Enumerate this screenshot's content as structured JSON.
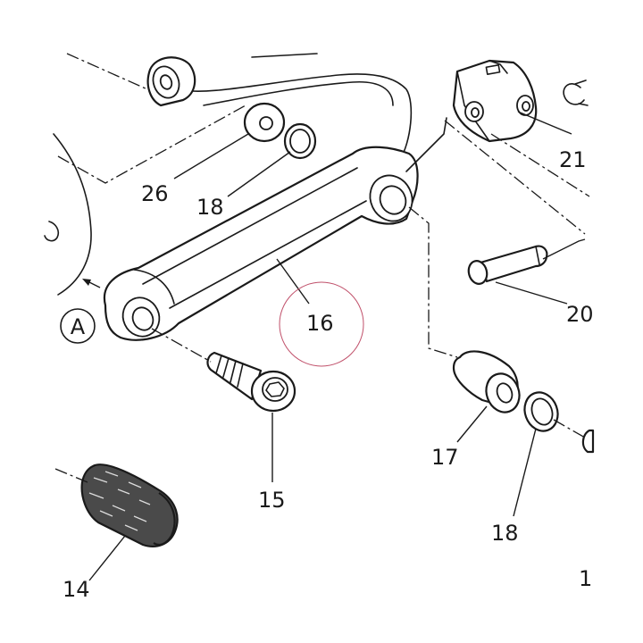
{
  "callouts": {
    "c26": "26",
    "c18a": "18",
    "c21": "21",
    "c20": "20",
    "c16": "16",
    "c15": "15",
    "c17": "17",
    "c18b": "18",
    "c14": "14",
    "c1": "1"
  },
  "view_marker": "A",
  "colors": {
    "line": "#1a1a1a",
    "highlight_circle": "#c0506a",
    "rubber": "#4a4a4a"
  }
}
